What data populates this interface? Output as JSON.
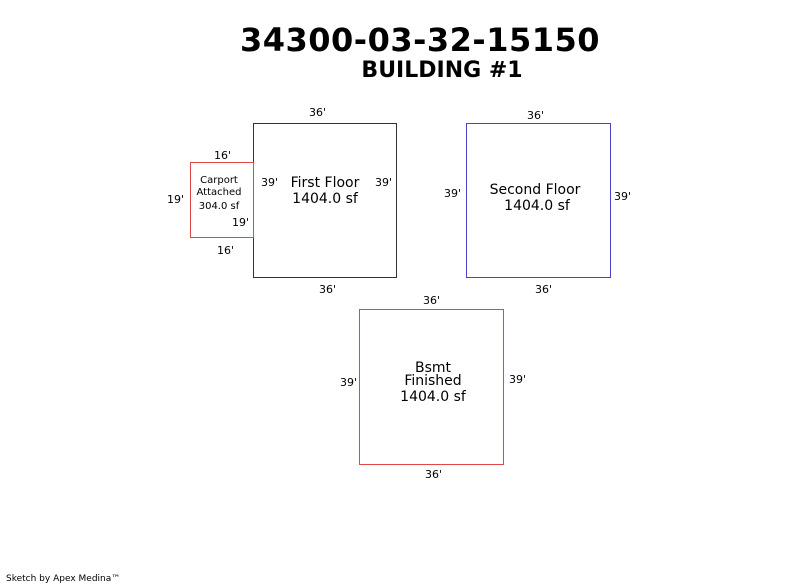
{
  "header": {
    "parcel_id": "34300-03-32-15150",
    "building": "BUILDING #1"
  },
  "colors": {
    "first_floor": "#333333",
    "second_floor": "#4a45cc",
    "carport": "#e04848",
    "basement": "#e04848"
  },
  "areas": {
    "first_floor": {
      "name": "First Floor",
      "area": "1404.0 sf",
      "dims": {
        "top": "36'",
        "bottom": "36'",
        "left": "39'",
        "right": "39'"
      }
    },
    "second_floor": {
      "name": "Second Floor",
      "area": "1404.0 sf",
      "dims": {
        "top": "36'",
        "bottom": "36'",
        "left": "39'",
        "right": "39'"
      }
    },
    "carport": {
      "name_line1": "Carport",
      "name_line2": "Attached",
      "area": "304.0 sf",
      "dims": {
        "top": "16'",
        "bottom": "16'",
        "left": "19'",
        "right": "19'"
      }
    },
    "basement": {
      "name_line1": "Bsmt",
      "name_line2": "Finished",
      "area": "1404.0 sf",
      "dims": {
        "top": "36'",
        "bottom": "36'",
        "left": "39'",
        "right": "39'"
      }
    }
  },
  "footer": {
    "credit": "Sketch by Apex Medina™"
  }
}
